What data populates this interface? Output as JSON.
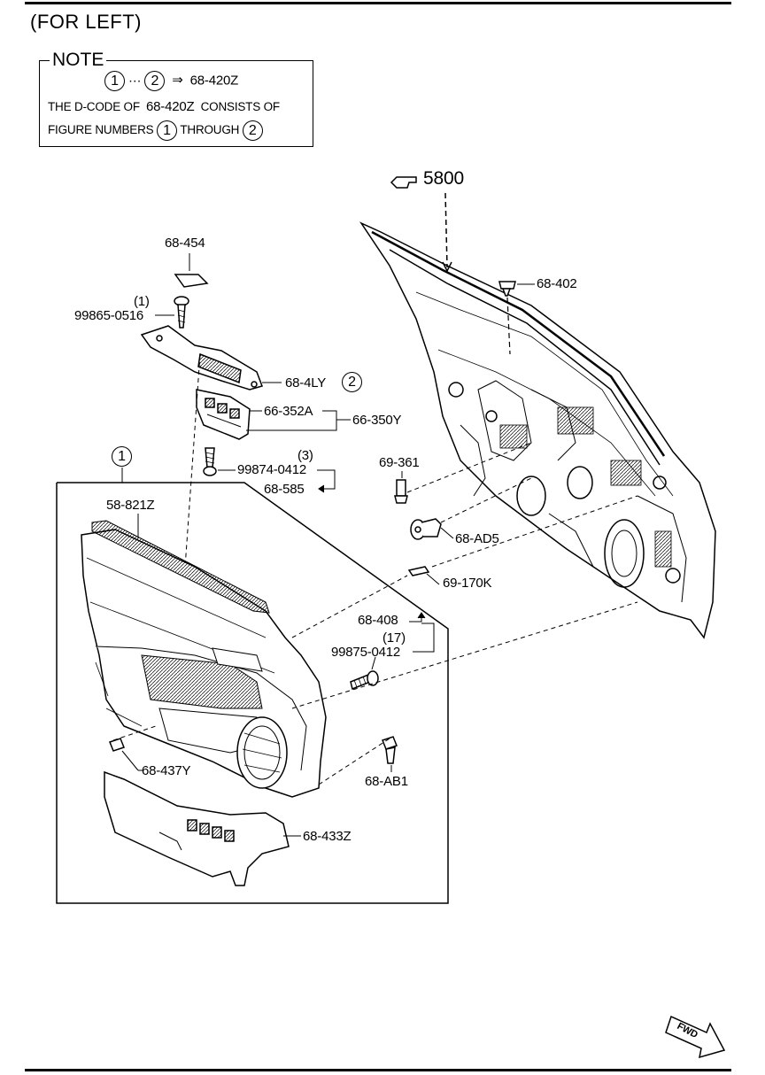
{
  "header": {
    "title": "(FOR LEFT)"
  },
  "note": {
    "label": "NOTE",
    "line1": {
      "from": "1",
      "dots": "···",
      "to": "2",
      "arrow": "⇒",
      "code": "68-420Z"
    },
    "line2": {
      "prefix": "THE D-CODE OF",
      "code": "68-420Z",
      "suffix": "CONSISTS OF"
    },
    "line3": {
      "prefix": "FIGURE NUMBERS",
      "from": "1",
      "middle": "THROUGH",
      "to": "2"
    }
  },
  "callouts": {
    "p5800": "5800",
    "p68_402": "68-402",
    "p68_454": "68-454",
    "q1": "(1)",
    "p99865": "99865-0516",
    "p68_4LY": "68-4LY",
    "p68_4LY_fig": "2",
    "p66_352A": "66-352A",
    "p66_350Y": "66-350Y",
    "fig1": "1",
    "q3": "(3)",
    "p99874": "99874-0412",
    "p68_585": "68-585",
    "p69_361": "69-361",
    "p58_821Z": "58-821Z",
    "p68_AD5": "68-AD5",
    "p69_170K": "69-170K",
    "p68_408": "68-408",
    "q17": "(17)",
    "p99875": "99875-0412",
    "p68_437Y": "68-437Y",
    "p68_AB1": "68-AB1",
    "p68_433Z": "68-433Z",
    "fwd": "FWD"
  },
  "icons": {
    "reference": "pointing-hand-icon",
    "direction": "fwd-arrow-icon"
  },
  "colors": {
    "ink": "#000000",
    "paper": "#ffffff",
    "shade": "#b8b8b8"
  }
}
